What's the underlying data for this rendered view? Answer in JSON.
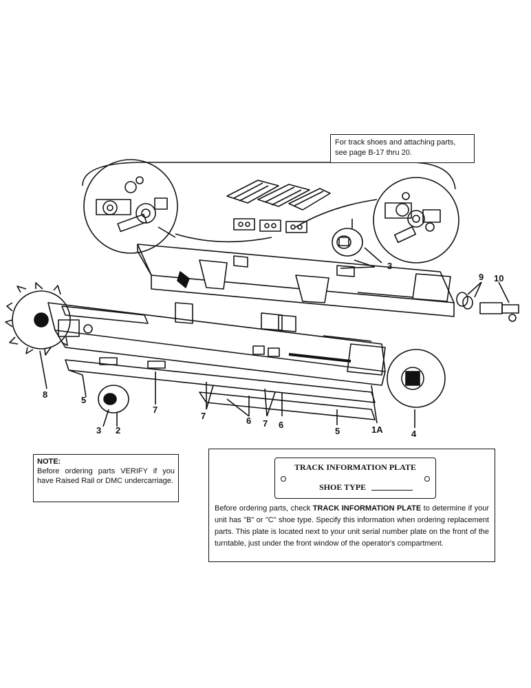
{
  "reference_box": {
    "line1": "For track shoes and attaching parts,",
    "line2": "see page B-17 thru 20."
  },
  "callouts": {
    "c1": "3",
    "c2": "9",
    "c3": "10",
    "c4": "8",
    "c5": "5",
    "c6": "7",
    "c7": "3",
    "c8": "2",
    "c9": "7",
    "c10": "6",
    "c11": "7",
    "c12": "6",
    "c13": "5",
    "c14": "1A",
    "c15": "4"
  },
  "note": {
    "title": "NOTE:",
    "body": "Before ordering parts VERIFY if you have Raised Rail or DMC undercarriage."
  },
  "info": {
    "plate_title": "TRACK INFORMATION PLATE",
    "plate_field": "SHOE TYPE",
    "text_before": "Before ordering parts, check ",
    "text_bold": "TRACK INFORMATION PLATE",
    "text_after": " to determine if your unit has \"B\" or \"C\" shoe type. Specify this information when ordering replacement parts. This plate is located next to your unit serial number plate on the front of the turntable, just under the front window of the operator's compartment."
  },
  "colors": {
    "ink": "#111111",
    "paper": "#ffffff"
  }
}
